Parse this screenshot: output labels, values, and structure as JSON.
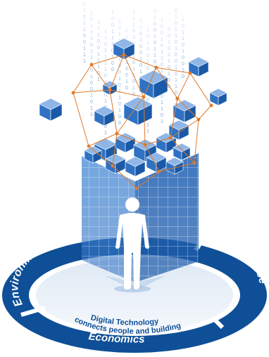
{
  "ring_segments": [
    {
      "label": "Environmental"
    },
    {
      "label": "User Experience"
    },
    {
      "label": "Economics"
    }
  ],
  "center_caption": {
    "line1": "Digital Technology",
    "line2": "connects people and building"
  },
  "binary_text": "0101100111010010110100101101",
  "colors": {
    "ring_dark": "#0e4f97",
    "ring_mid": "#1b6cc0",
    "ring_inner": "#dbe8f6",
    "cube_top": "#8fb6e6",
    "cube_left": "#2f72c4",
    "cube_right": "#1a59a8",
    "tower_face": "#4d8fd6",
    "network": "#e07a2a",
    "person": "#ffffff"
  },
  "icons": [
    "person-silhouette-icon",
    "network-node-icon",
    "data-cube-icon"
  ]
}
